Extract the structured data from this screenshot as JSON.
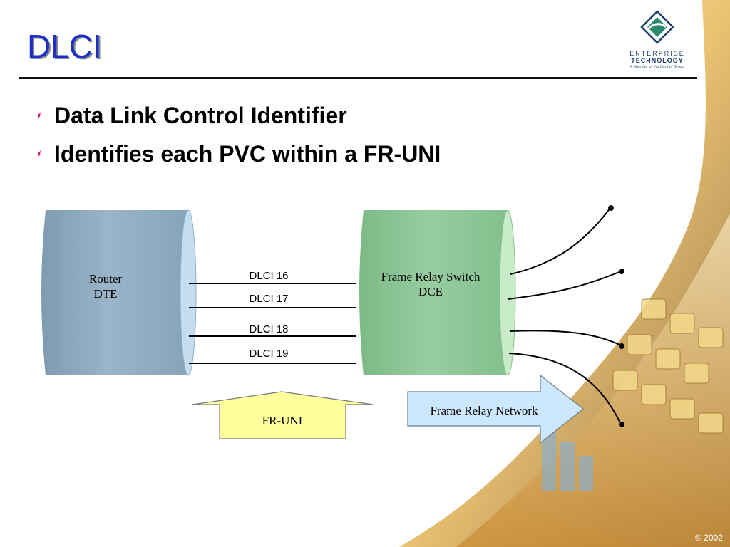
{
  "slide": {
    "title": "DLCI",
    "bullets": [
      {
        "text": "Data Link Control Identifier"
      },
      {
        "text": "Identifies each PVC within a FR-UNI"
      }
    ],
    "logo": {
      "line1": "ENTERPRISE",
      "line2": "TECHNOLOGY",
      "line3": "A Member of the Barthel Group"
    },
    "copyright": "© 2002"
  },
  "diagram": {
    "router": {
      "line1": "Router",
      "line2": "DTE"
    },
    "switch": {
      "line1": "Frame Relay Switch",
      "line2": "DCE"
    },
    "dlci_labels": [
      "DLCI 16",
      "DLCI 17",
      "DLCI 18",
      "DLCI 19"
    ],
    "uni_label": "FR-UNI",
    "network_label": "Frame Relay Network"
  },
  "colors": {
    "title": "#1c2fc8",
    "bullet_icon": "#e0106e",
    "router_fill": "#93afc4",
    "switch_fill": "#8fc59a",
    "uni_fill": "#ffff9c",
    "network_fill": "#cde8fc"
  }
}
